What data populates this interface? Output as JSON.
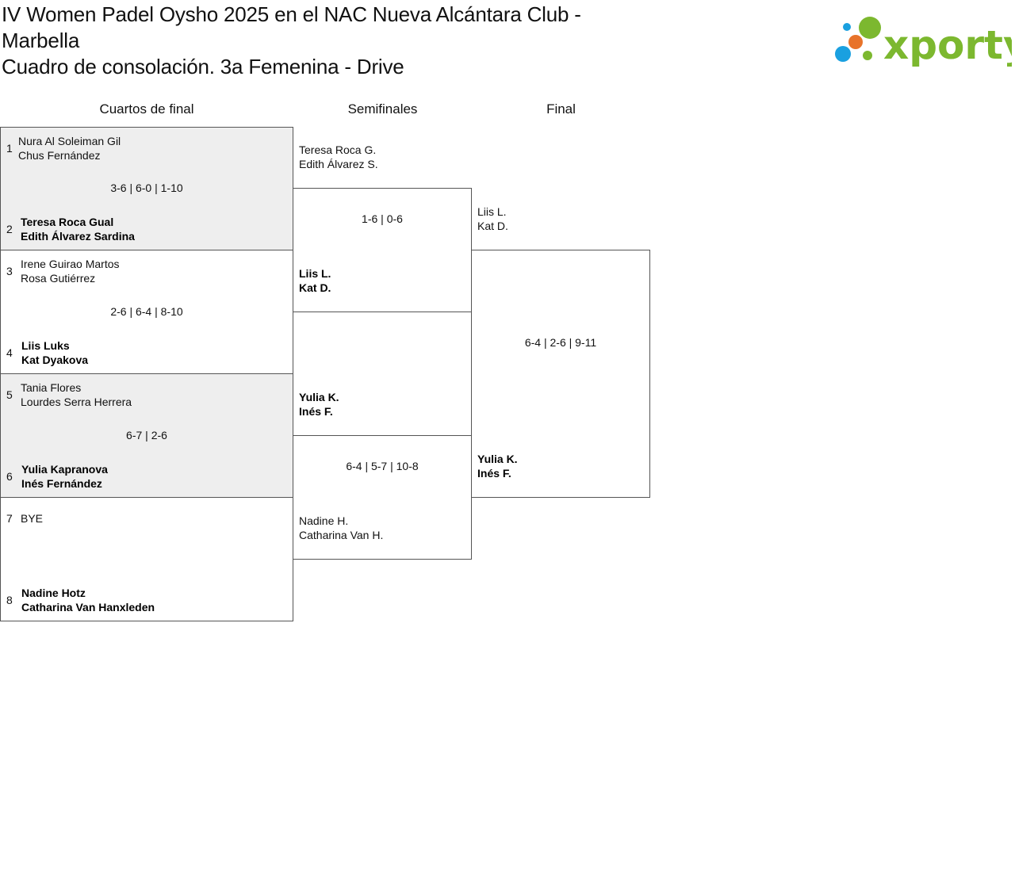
{
  "header": {
    "title_line1": "IV Women Padel Oysho 2025 en el NAC Nueva Alcántara Club -",
    "title_line2": "Marbella",
    "subtitle": "Cuadro de consolación. 3a Femenina - Drive"
  },
  "logo": {
    "text": "xporty",
    "brand_green": "#7cb82f",
    "dot_orange": "#e8732a",
    "dot_blue": "#1aa0e0"
  },
  "rounds": {
    "qf": "Cuartos de final",
    "sf": "Semifinales",
    "final": "Final"
  },
  "qf": [
    {
      "seed_a": "1",
      "a1": "Nura Al Soleiman Gil",
      "a2": "Chus Fernández",
      "score": "3-6 | 6-0 | 1-10",
      "seed_b": "2",
      "b1": "Teresa Roca Gual",
      "b2": "Edith Álvarez Sardina",
      "winner": "b"
    },
    {
      "seed_a": "3",
      "a1": "Irene Guirao Martos",
      "a2": "Rosa Gutiérrez",
      "score": "2-6 | 6-4 | 8-10",
      "seed_b": "4",
      "b1": "Liis Luks",
      "b2": "Kat Dyakova",
      "winner": "b"
    },
    {
      "seed_a": "5",
      "a1": "Tania Flores",
      "a2": "Lourdes Serra Herrera",
      "score": "6-7 | 2-6",
      "seed_b": "6",
      "b1": "Yulia Kapranova",
      "b2": "Inés Fernández",
      "winner": "b"
    },
    {
      "seed_a": "7",
      "a1": "BYE",
      "a2": "",
      "score": "",
      "seed_b": "8",
      "b1": "Nadine Hotz",
      "b2": "Catharina Van Hanxleden",
      "winner": "b"
    }
  ],
  "sf": [
    {
      "a1": "Teresa Roca G.",
      "a2": "Edith Álvarez S.",
      "score": "1-6 | 0-6",
      "b1": "Liis L.",
      "b2": "Kat D.",
      "winner": "b"
    },
    {
      "a1": "Yulia K.",
      "a2": "Inés F.",
      "score": "6-4 | 5-7 | 10-8",
      "b1": "Nadine H.",
      "b2": "Catharina Van H.",
      "winner": "a"
    }
  ],
  "final": {
    "a1": "Liis L.",
    "a2": "Kat D.",
    "score": "6-4 | 2-6 | 9-11",
    "b1": "Yulia K.",
    "b2": "Inés F.",
    "winner": "b"
  }
}
